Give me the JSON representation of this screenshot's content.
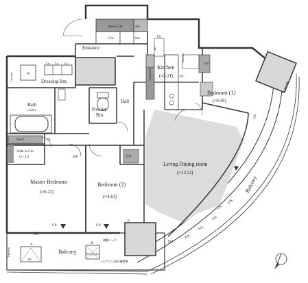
{
  "rooms": {
    "entrance": "Entrance",
    "kitchen": "Kitchen",
    "kitchen_area": "(≈3.2J)",
    "bedroom1": "Bedroom (1)",
    "bedroom1_area": "(≈5.0J)",
    "dressing": "Dressing Rm.",
    "hall": "Hall",
    "bath": "Bath",
    "bath_size": "(1418)",
    "powder": "Powder",
    "powder_rm": "Rm.",
    "living": "Living Dining room",
    "living_area": "(≈12.5J)",
    "shelf": "Shelf",
    "walkin": "Walk-in Clo.",
    "walkin_area": "(≈1.1J)",
    "master": "Master Bedroom",
    "master_area": "(≈6.2J)",
    "bedroom2": "Bedroom (2)",
    "bedroom2_area": "(≈4.6J)",
    "balcony_bottom": "Balcony",
    "balcony_right": "Balcony"
  },
  "labels": {
    "shoes_clo": "Shoes Clo",
    "sto": "Sto.",
    "clo": "Clo.",
    "ps": "PS",
    "r": "R",
    "cupboard": "Cupboard",
    "counter": "Counter",
    "ln": "Ln.",
    "w": "W",
    "mf": "MF",
    "fix": "FIX",
    "cb": "CB",
    "p": "P",
    "a": "A",
    "b": "B",
    "ap": "AP",
    "ap2": "AP(F)",
    "promenade": "Promenade",
    "partition": "Partition",
    "jp_note1": "避難ハッチ",
    "jp_note2": "(EP)(A)(B)",
    "jp_note3": "(エアコン)室外機置場"
  }
}
